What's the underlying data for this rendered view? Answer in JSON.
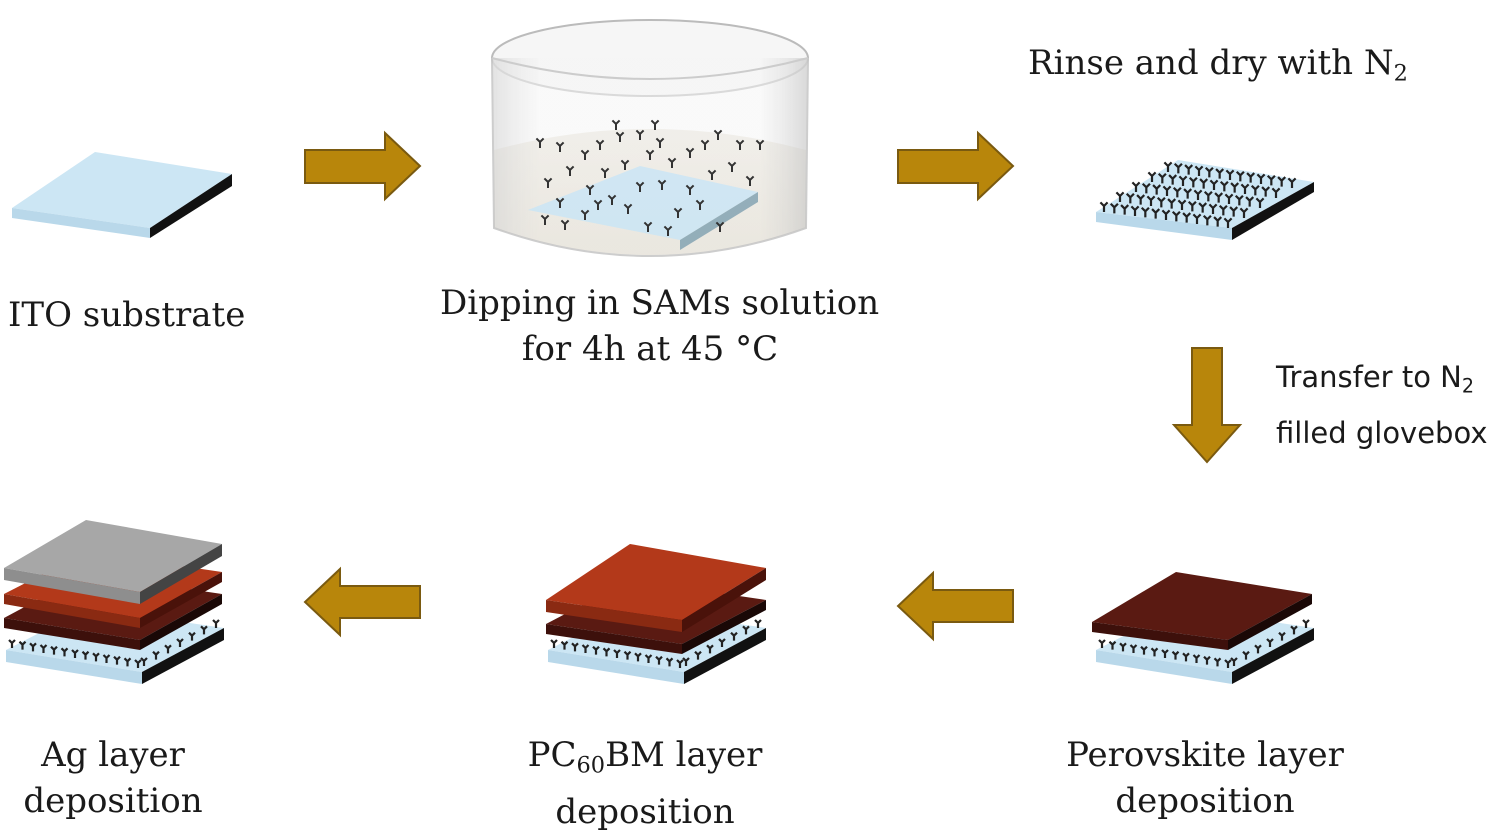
{
  "colors": {
    "arrow": "#b8860b",
    "arrow_edge": "#7a5a10",
    "ito": "#cce6f4",
    "ito_edge": "#101010",
    "perovskite": "#5a1a12",
    "pcbm": "#b3391a",
    "silver": "#a7a7a7",
    "sam": "#202020"
  },
  "steps": {
    "ito": {
      "line1": "ITO substrate"
    },
    "dip": {
      "line1": "Dipping in SAMs solution",
      "line2": "for 4h at 45 °C"
    },
    "rinse": {
      "text": "Rinse and dry with N",
      "sub": "2"
    },
    "transfer": {
      "line1_text": "Transfer to N",
      "line1_sub": "2",
      "line2": "filled glovebox"
    },
    "perovskite": {
      "line1": "Perovskite layer",
      "line2": "deposition"
    },
    "pcbm": {
      "line1_pre": "PC",
      "line1_sub": "60",
      "line1_post": "BM layer",
      "line2": "deposition"
    },
    "ag": {
      "line1": "Ag layer",
      "line2": "deposition"
    }
  }
}
